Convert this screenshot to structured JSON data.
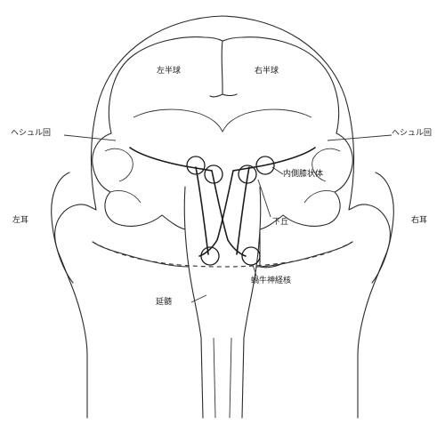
{
  "labels": {
    "left_hemisphere": "左半球",
    "right_hemisphere": "右半球",
    "heschl_left": "ヘシュル回",
    "heschl_right": "ヘシュル回",
    "medial_geniculate": "内側膝状体",
    "inferior_colliculus": "下丘",
    "left_ear": "左耳",
    "right_ear": "右耳",
    "cochlear_nucleus": "蝸牛神経核",
    "medulla": "延髄"
  }
}
